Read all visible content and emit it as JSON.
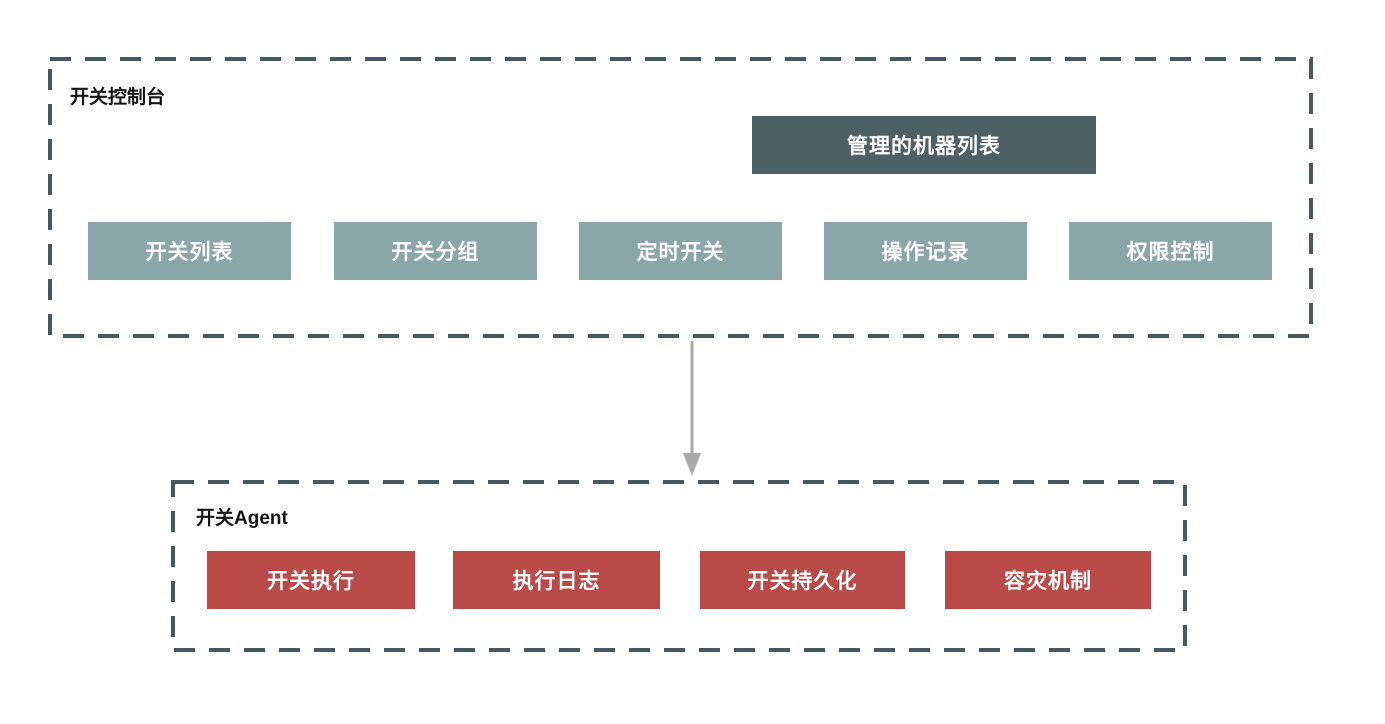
{
  "console": {
    "title": "开关控制台",
    "machine_list_label": "管理的机器列表",
    "modules": [
      {
        "label": "开关列表"
      },
      {
        "label": "开关分组"
      },
      {
        "label": "定时开关"
      },
      {
        "label": "操作记录"
      },
      {
        "label": "权限控制"
      }
    ]
  },
  "agent": {
    "title": "开关Agent",
    "modules": [
      {
        "label": "开关执行"
      },
      {
        "label": "执行日志"
      },
      {
        "label": "开关持久化"
      },
      {
        "label": "容灾机制"
      }
    ]
  },
  "connector": {
    "description": "arrow from 开关控制台 down to 开关Agent",
    "direction": "down"
  },
  "colors": {
    "teal_module": "#8ba6a9",
    "dark_module": "#4d6066",
    "red_module": "#b94a47",
    "dashed_border": "#47585e",
    "arrow": "#a9a9a9",
    "label_text": "#141414",
    "module_text": "#ffffff",
    "background": "#ffffff"
  }
}
